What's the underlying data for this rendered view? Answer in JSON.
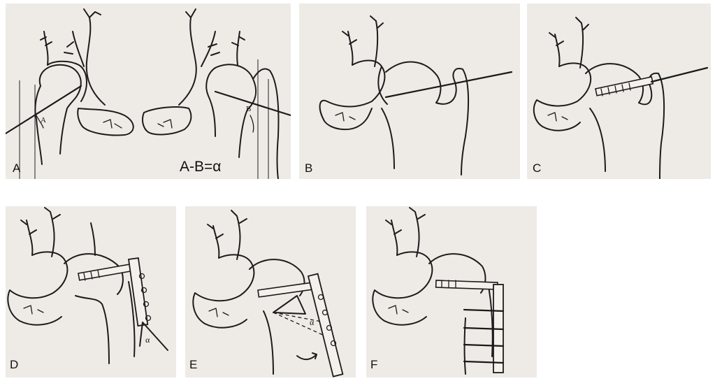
{
  "panels": [
    {
      "letter": "A",
      "formula": "A-B=α",
      "angle_label_left": "A",
      "angle_label_right": "B"
    },
    {
      "letter": "B"
    },
    {
      "letter": "C"
    },
    {
      "letter": "D",
      "angle_symbol": "α"
    },
    {
      "letter": "E",
      "angle_symbol": "α"
    },
    {
      "letter": "F"
    }
  ]
}
